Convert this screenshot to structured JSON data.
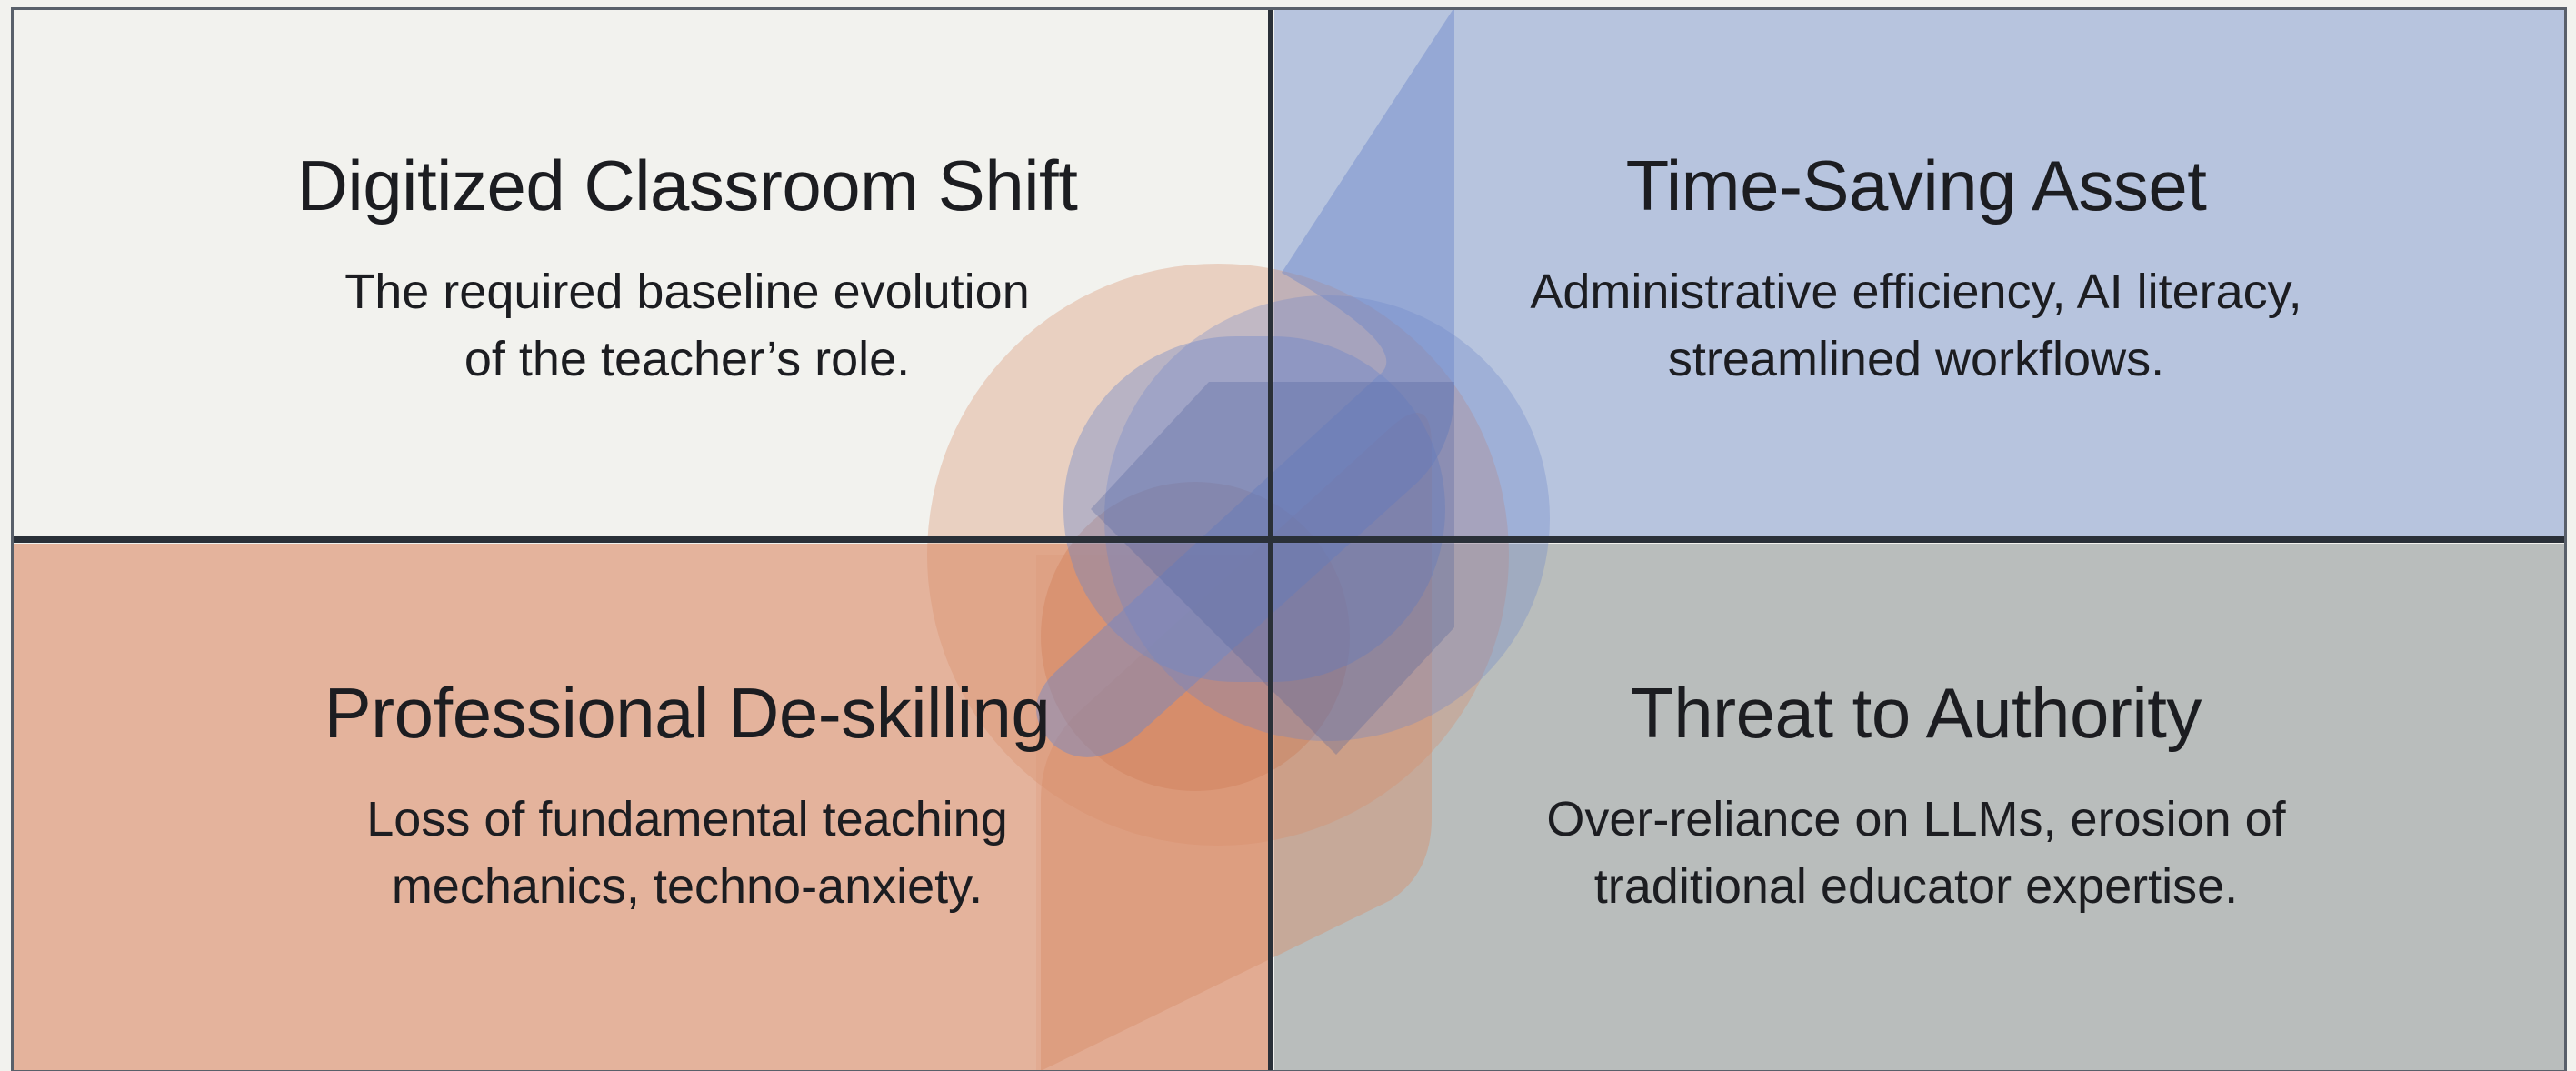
{
  "colors": {
    "top_left_bg": "#f2f2ee",
    "top_right_bg": "#b7c4de",
    "bottom_left_bg": "#e4b39c",
    "bottom_right_bg": "#b9bdbc",
    "grid_line": "#2a3038",
    "blue_shape": "#6d87c9",
    "orange_shape": "#d98c68"
  },
  "quadrants": {
    "top_left": {
      "title": "Digitized Classroom Shift",
      "line1": "The required baseline evolution",
      "line2": "of the teacher’s role."
    },
    "top_right": {
      "title": "Time-Saving Asset",
      "line1": "Administrative efficiency, AI literacy,",
      "line2": "streamlined workflows."
    },
    "bottom_left": {
      "title": "Professional De-skilling",
      "line1": "Loss of fundamental teaching",
      "line2": "mechanics, techno-anxiety."
    },
    "bottom_right": {
      "title": "Threat to Authority",
      "line1": "Over-reliance on LLMs, erosion of",
      "line2": "traditional educator expertise."
    }
  }
}
